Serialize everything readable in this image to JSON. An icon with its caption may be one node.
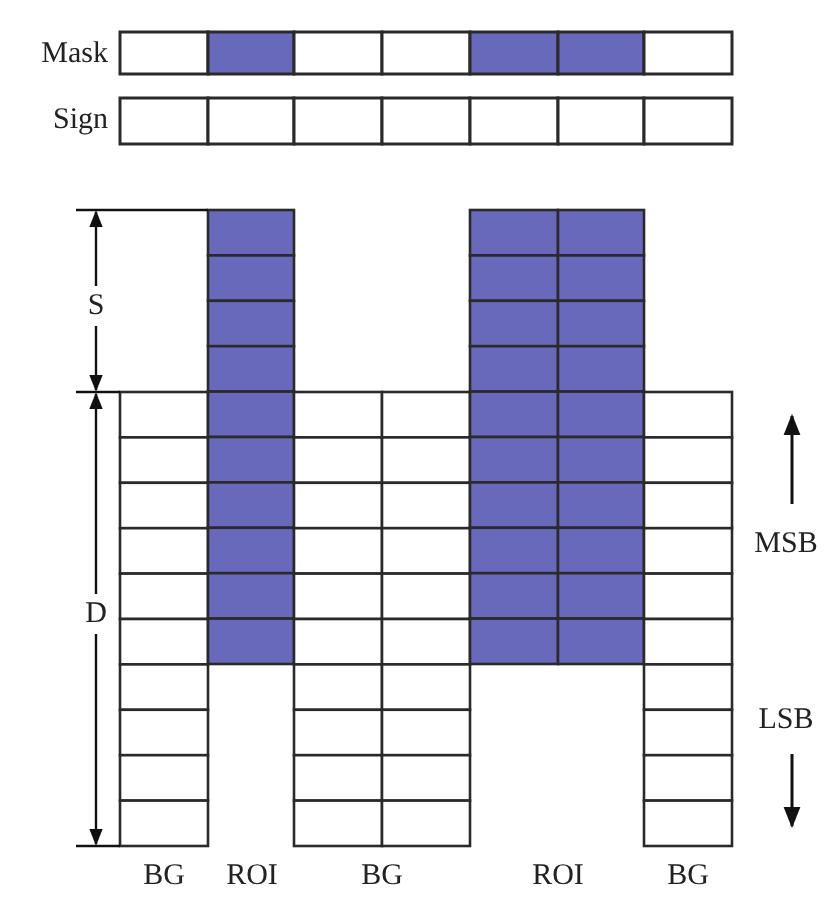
{
  "diagram": {
    "labels": [
      "Mask",
      "Sign",
      "S",
      "D",
      "MSB",
      "LSB",
      "BG",
      "ROI",
      "BG",
      "ROI",
      "BG"
    ]
  }
}
